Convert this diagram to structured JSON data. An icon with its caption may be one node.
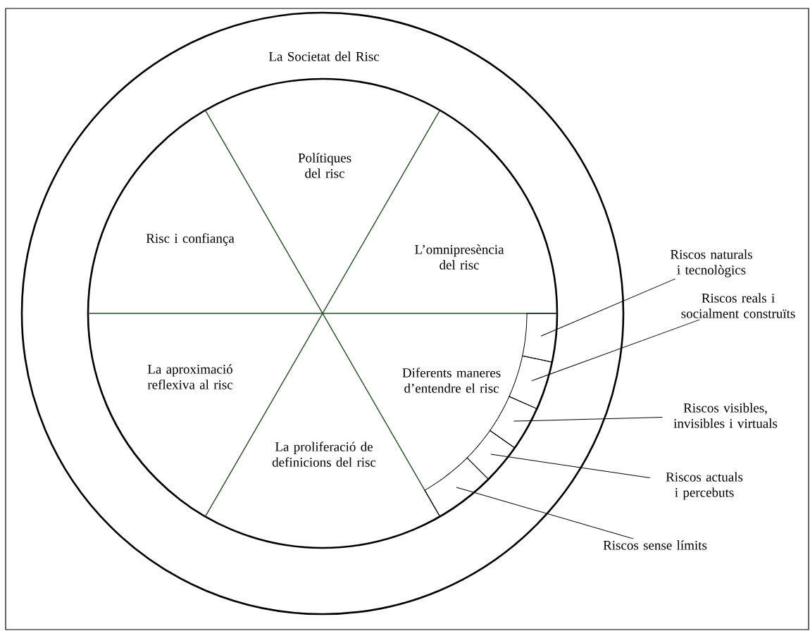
{
  "diagram": {
    "nodes": [
      {
        "text": [
          "La Societat del Risc"
        ]
      },
      {
        "text": [],
        "shape": "circle",
        "in": 0
      },
      {
        "text": [
          "Polítiques del risc"
        ],
        "in": 1
      },
      {
        "text": [
          "Risc i confiança"
        ],
        "in": 1
      },
      {
        "text": [
          "L’omnipresència del risc"
        ],
        "in": 1
      },
      {
        "text": [
          "La aproximació reflexiva al risc"
        ],
        "in": 1
      },
      {
        "text": [
          "Diferents maneres d’entendre el risc"
        ],
        "in": 1
      },
      {
        "text": [
          "La proliferació de definicions del risc"
        ],
        "in": 1
      },
      {
        "text": [],
        "shape": "box",
        "in": 1
      },
      {
        "text": [],
        "shape": "box",
        "in": 1
      },
      {
        "text": [],
        "shape": "box",
        "in": 1
      },
      {
        "text": [],
        "shape": "box",
        "in": 1
      },
      {
        "text": [],
        "shape": "box",
        "in": 1
      },
      {
        "text": [
          "Riscos naturals i tecnològics"
        ]
      },
      {
        "text": [
          "Riscos reals i socialment construïts"
        ]
      },
      {
        "text": [
          "Riscos visibles, invisibles i virtuals"
        ]
      },
      {
        "text": [
          "Riscos actuals i percebuts"
        ]
      },
      {
        "text": [
          "Riscos sense límits"
        ]
      }
    ],
    "edges": [
      {
        "from": 13,
        "to": 8,
        "arrow": "none"
      },
      {
        "from": 14,
        "to": 9,
        "arrow": "none"
      },
      {
        "from": 15,
        "to": 10,
        "arrow": "none"
      },
      {
        "from": 16,
        "to": 11,
        "arrow": "none"
      },
      {
        "from": 17,
        "to": 12,
        "arrow": "none"
      }
    ]
  }
}
